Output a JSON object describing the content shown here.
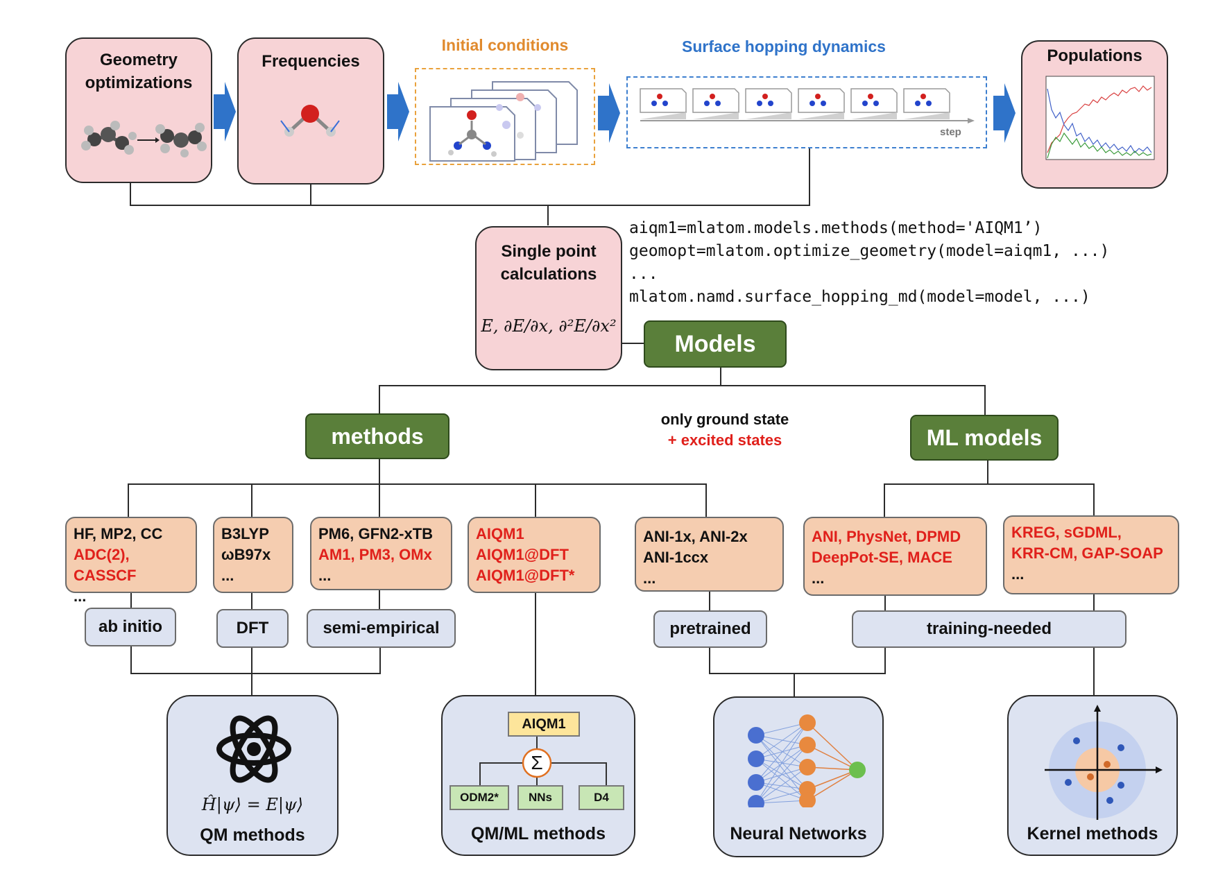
{
  "pipeline": {
    "geometry": "Geometry optimizations",
    "frequencies": "Frequencies",
    "initial_conditions": "Initial conditions",
    "surface_hopping": "Surface hopping dynamics",
    "step_label": "step",
    "populations": "Populations",
    "single_point": "Single point calculations",
    "single_point_formula": "E, ∂E/∂x, ∂²E/∂x²"
  },
  "code": {
    "line1": "aiqm1=mlatom.models.methods(method='AIQM1’)",
    "line2": "geomopt=mlatom.optimize_geometry(model=aiqm1, ...)",
    "line3": "...",
    "line4": "mlatom.namd.surface_hopping_md(model=model, ...)"
  },
  "models": "Models",
  "methods": "methods",
  "ml_models": "ML models",
  "legend": {
    "ground": "only ground state",
    "excited": "+ excited states"
  },
  "boxes": {
    "abinitio": {
      "l1": "HF, MP2, CC",
      "l2": "ADC(2), CASSCF",
      "l3": "..."
    },
    "dft": {
      "l1": "B3LYP",
      "l2": "ωB97x",
      "l3": "..."
    },
    "semi": {
      "l1": "PM6, GFN2-xTB",
      "l2": "AM1, PM3, OMx",
      "l3": "..."
    },
    "aiqm": {
      "l1": "AIQM1",
      "l2": "AIQM1@DFT",
      "l3": "AIQM1@DFT*"
    },
    "ani": {
      "l1": "ANI-1x, ANI-2x",
      "l2": "ANI-1ccx",
      "l3": "..."
    },
    "nn": {
      "l1": "ANI, PhysNet, DPMD",
      "l2": "DeepPot-SE, MACE",
      "l3": "..."
    },
    "kernel": {
      "l1": "KREG, sGDML,",
      "l2": "KRR-CM, GAP-SOAP",
      "l3": "..."
    }
  },
  "categories": {
    "abinitio": "ab initio",
    "dft": "DFT",
    "semi": "semi-empirical",
    "pretrained": "pretrained",
    "training": "training-needed"
  },
  "bottom": {
    "qm": "QM methods",
    "qm_formula": "Ĥ|ψ⟩ = E|ψ⟩",
    "qmml": "QM/ML methods",
    "aiqm1": "AIQM1",
    "odm2": "ODM2*",
    "nns": "NNs",
    "d4": "D4",
    "sigma": "Σ",
    "nn": "Neural Networks",
    "kernel": "Kernel methods"
  },
  "colors": {
    "red": "#e0201b",
    "green": "#5a7f3a",
    "arrow_blue": "#2f73c9",
    "orange_title": "#e08a2e",
    "blue_title": "#2f73c9"
  }
}
